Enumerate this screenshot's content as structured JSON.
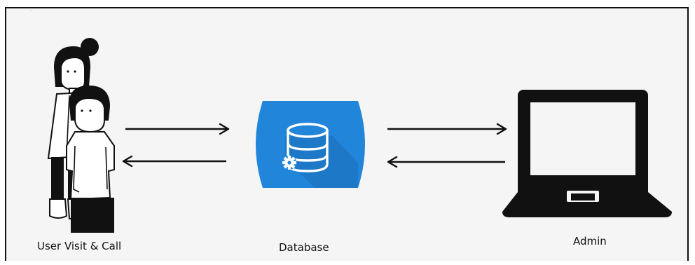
{
  "diagram": {
    "nodes": {
      "user": {
        "label": "User Visit & Call",
        "icon": "people-illustration-icon"
      },
      "database": {
        "label": "Database",
        "icon": "database-gear-icon",
        "color": "#2185d9"
      },
      "admin": {
        "label": "Admin",
        "icon": "laptop-icon"
      }
    },
    "edges": [
      {
        "from": "user",
        "to": "database"
      },
      {
        "from": "database",
        "to": "user"
      },
      {
        "from": "database",
        "to": "admin"
      },
      {
        "from": "admin",
        "to": "database"
      }
    ]
  }
}
